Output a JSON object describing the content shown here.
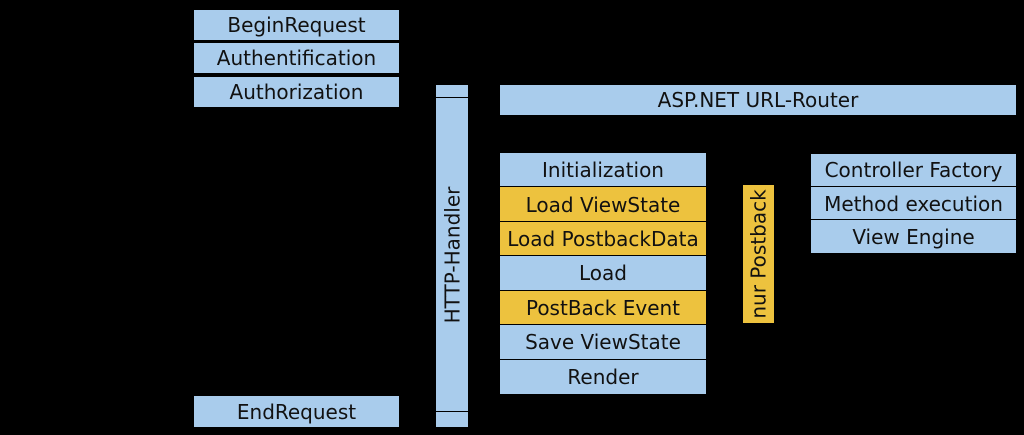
{
  "colors": {
    "background": "#000000",
    "box_blue": "#a9ccec",
    "box_yellow": "#edc23e",
    "border": "#000000",
    "text": "#111111"
  },
  "pipeline_top": {
    "items": [
      {
        "label": "BeginRequest"
      },
      {
        "label": "Authentification"
      },
      {
        "label": "Authorization"
      }
    ]
  },
  "http_handler": {
    "label": "HTTP-Handler"
  },
  "url_router": {
    "label": "ASP.NET URL-Router"
  },
  "page_lifecycle": {
    "rows": [
      {
        "label": "Initialization",
        "variant": "blue"
      },
      {
        "label": "Load ViewState",
        "variant": "yellow"
      },
      {
        "label": "Load PostbackData",
        "variant": "yellow"
      },
      {
        "label": "Load",
        "variant": "blue"
      },
      {
        "label": "PostBack Event",
        "variant": "yellow"
      },
      {
        "label": "Save ViewState",
        "variant": "blue"
      },
      {
        "label": "Render",
        "variant": "blue"
      }
    ]
  },
  "postback_marker": {
    "label": "nur Postback"
  },
  "mvc_stack": {
    "rows": [
      {
        "label": "Controller Factory"
      },
      {
        "label": "Method execution"
      },
      {
        "label": "View Engine"
      }
    ]
  },
  "pipeline_end": {
    "label": "EndRequest"
  }
}
